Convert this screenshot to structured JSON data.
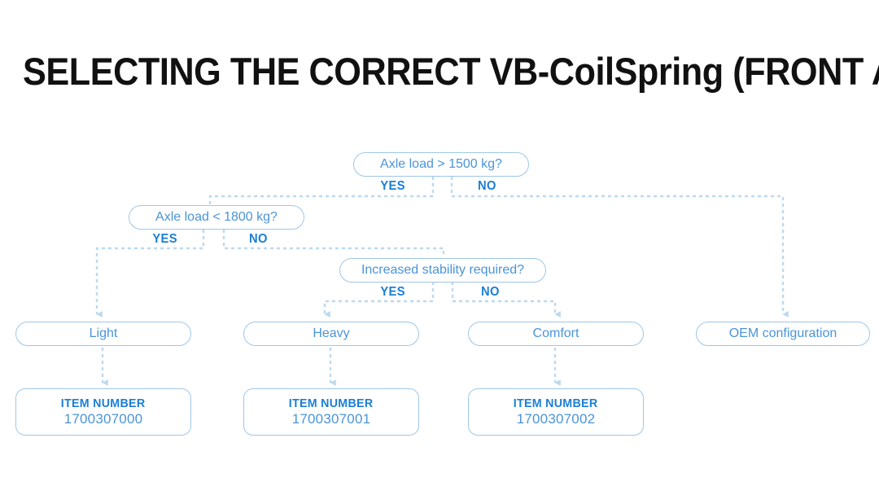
{
  "page": {
    "title": "SELECTING THE CORRECT VB-CoilSpring (FRONT AXLE)",
    "background": "#ffffff"
  },
  "colors": {
    "title_text": "#111111",
    "node_text": "#4a94d8",
    "node_border": "#9ec7e8",
    "branch_label": "#1b7fd4",
    "connector": "#bcd9ef",
    "item_label": "#1b7fd4",
    "item_value": "#4a94d8"
  },
  "chart_data": {
    "type": "flowchart",
    "title": "SELECTING THE CORRECT VB-CoilSpring (FRONT AXLE)",
    "nodes": [
      {
        "id": "d1",
        "kind": "decision",
        "label": "Axle load > 1500 kg?"
      },
      {
        "id": "d2",
        "kind": "decision",
        "label": "Axle load < 1800 kg?"
      },
      {
        "id": "d3",
        "kind": "decision",
        "label": "Increased stability required?"
      },
      {
        "id": "r1",
        "kind": "result",
        "label": "Light"
      },
      {
        "id": "r2",
        "kind": "result",
        "label": "Heavy"
      },
      {
        "id": "r3",
        "kind": "result",
        "label": "Comfort"
      },
      {
        "id": "r4",
        "kind": "result",
        "label": "OEM configuration"
      },
      {
        "id": "i1",
        "kind": "item",
        "label": "ITEM NUMBER",
        "value": "1700307000"
      },
      {
        "id": "i2",
        "kind": "item",
        "label": "ITEM NUMBER",
        "value": "1700307001"
      },
      {
        "id": "i3",
        "kind": "item",
        "label": "ITEM NUMBER",
        "value": "1700307002"
      }
    ],
    "edges": [
      {
        "from": "d1",
        "to": "d2",
        "label": "YES"
      },
      {
        "from": "d1",
        "to": "r4",
        "label": "NO"
      },
      {
        "from": "d2",
        "to": "r1",
        "label": "YES"
      },
      {
        "from": "d2",
        "to": "d3",
        "label": "NO"
      },
      {
        "from": "d3",
        "to": "r2",
        "label": "YES"
      },
      {
        "from": "d3",
        "to": "r3",
        "label": "NO"
      },
      {
        "from": "r1",
        "to": "i1",
        "label": ""
      },
      {
        "from": "r2",
        "to": "i2",
        "label": ""
      },
      {
        "from": "r3",
        "to": "i3",
        "label": ""
      }
    ]
  },
  "decisions": {
    "d1": {
      "label": "Axle load > 1500 kg?",
      "yes": "YES",
      "no": "NO"
    },
    "d2": {
      "label": "Axle load < 1800 kg?",
      "yes": "YES",
      "no": "NO"
    },
    "d3": {
      "label": "Increased stability required?",
      "yes": "YES",
      "no": "NO"
    }
  },
  "results": {
    "light": "Light",
    "heavy": "Heavy",
    "comfort": "Comfort",
    "oem": "OEM configuration"
  },
  "items": {
    "light": {
      "label": "ITEM NUMBER",
      "value": "1700307000"
    },
    "heavy": {
      "label": "ITEM NUMBER",
      "value": "1700307001"
    },
    "comfort": {
      "label": "ITEM NUMBER",
      "value": "1700307002"
    }
  }
}
